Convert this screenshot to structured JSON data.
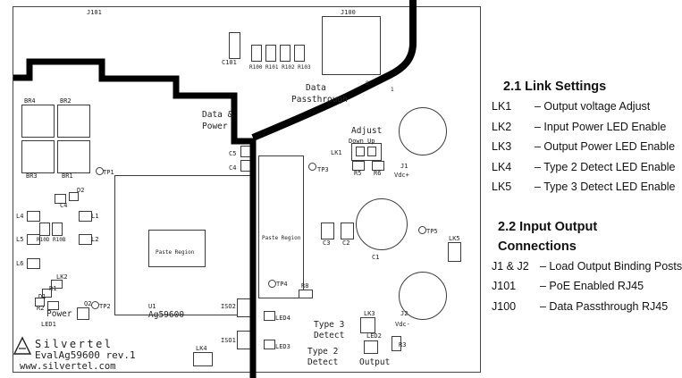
{
  "pcb": {
    "labels": {
      "j101": "J101",
      "j100": "J100",
      "c101": "C101",
      "r_row": "R100 R101 R102 R103",
      "data_line1": "Data",
      "data_line2": "Passthrough",
      "pin8": "8",
      "pin1": "1",
      "data_power_line1": "Data &",
      "data_power_line2": "Power",
      "br4": "BR4",
      "br2": "BR2",
      "br3": "BR3",
      "br1": "BR1",
      "tp1": "TP1",
      "tp2": "TP2",
      "tp3": "TP3",
      "tp4": "TP4",
      "tp5": "TP5",
      "d2": "D2",
      "c4a": "C4",
      "l4": "L4",
      "l1": "L1",
      "l5": "L5",
      "l2": "L2",
      "l6": "L6",
      "r10": "R10D R10B",
      "lk2": "LK2",
      "r1": "R1",
      "d1": "D1",
      "r2": "R2",
      "q2": "Q2",
      "power": "Power",
      "led1": "LED1",
      "u1": "U1",
      "ag59600": "Ag59600",
      "paste_region1": "Paste Region",
      "paste_region2": "Paste Region",
      "c5": "C5",
      "c4b": "C4",
      "adjust": "Adjust",
      "down_up": "Down Up",
      "lk1": "LK1",
      "r5": "R5",
      "r6": "R6",
      "j1": "J1",
      "vdc_plus": "Vdc+",
      "c3": "C3",
      "c2": "C2",
      "c1": "C1",
      "lk5": "LK5",
      "r8": "R8",
      "iso2": "ISO2",
      "iso1": "ISO1",
      "led4": "LED4",
      "type3_line1": "Type 3",
      "type3_line2": "Detect",
      "led3": "LED3",
      "type2_line1": "Type 2",
      "type2_line2": "Detect",
      "lk3": "LK3",
      "led2": "LED2",
      "r3": "R3",
      "output": "Output",
      "lk4": "LK4",
      "j2": "J2",
      "vdc_minus": "Vdc-"
    },
    "title_block": {
      "brand": "Silvertel",
      "board": "EvalAg59600 rev.1",
      "website": "www.silvertel.com"
    }
  },
  "legend": {
    "section1": {
      "title": "2.1 Link Settings",
      "items": [
        {
          "term": "LK1",
          "desc": "– Output voltage Adjust"
        },
        {
          "term": "LK2",
          "desc": "– Input Power LED Enable"
        },
        {
          "term": "LK3",
          "desc": "– Output Power LED Enable"
        },
        {
          "term": "LK4",
          "desc": "– Type 2 Detect LED Enable"
        },
        {
          "term": "LK5",
          "desc": "– Type 3 Detect LED Enable"
        }
      ]
    },
    "section2": {
      "title": "2.2 Input Output Connections",
      "items": [
        {
          "term": "J1 & J2",
          "desc": "– Load Output Binding Posts"
        },
        {
          "term": "J101",
          "desc": "– PoE Enabled RJ45"
        },
        {
          "term": "J100",
          "desc": "– Data Passthrough RJ45"
        }
      ]
    }
  }
}
